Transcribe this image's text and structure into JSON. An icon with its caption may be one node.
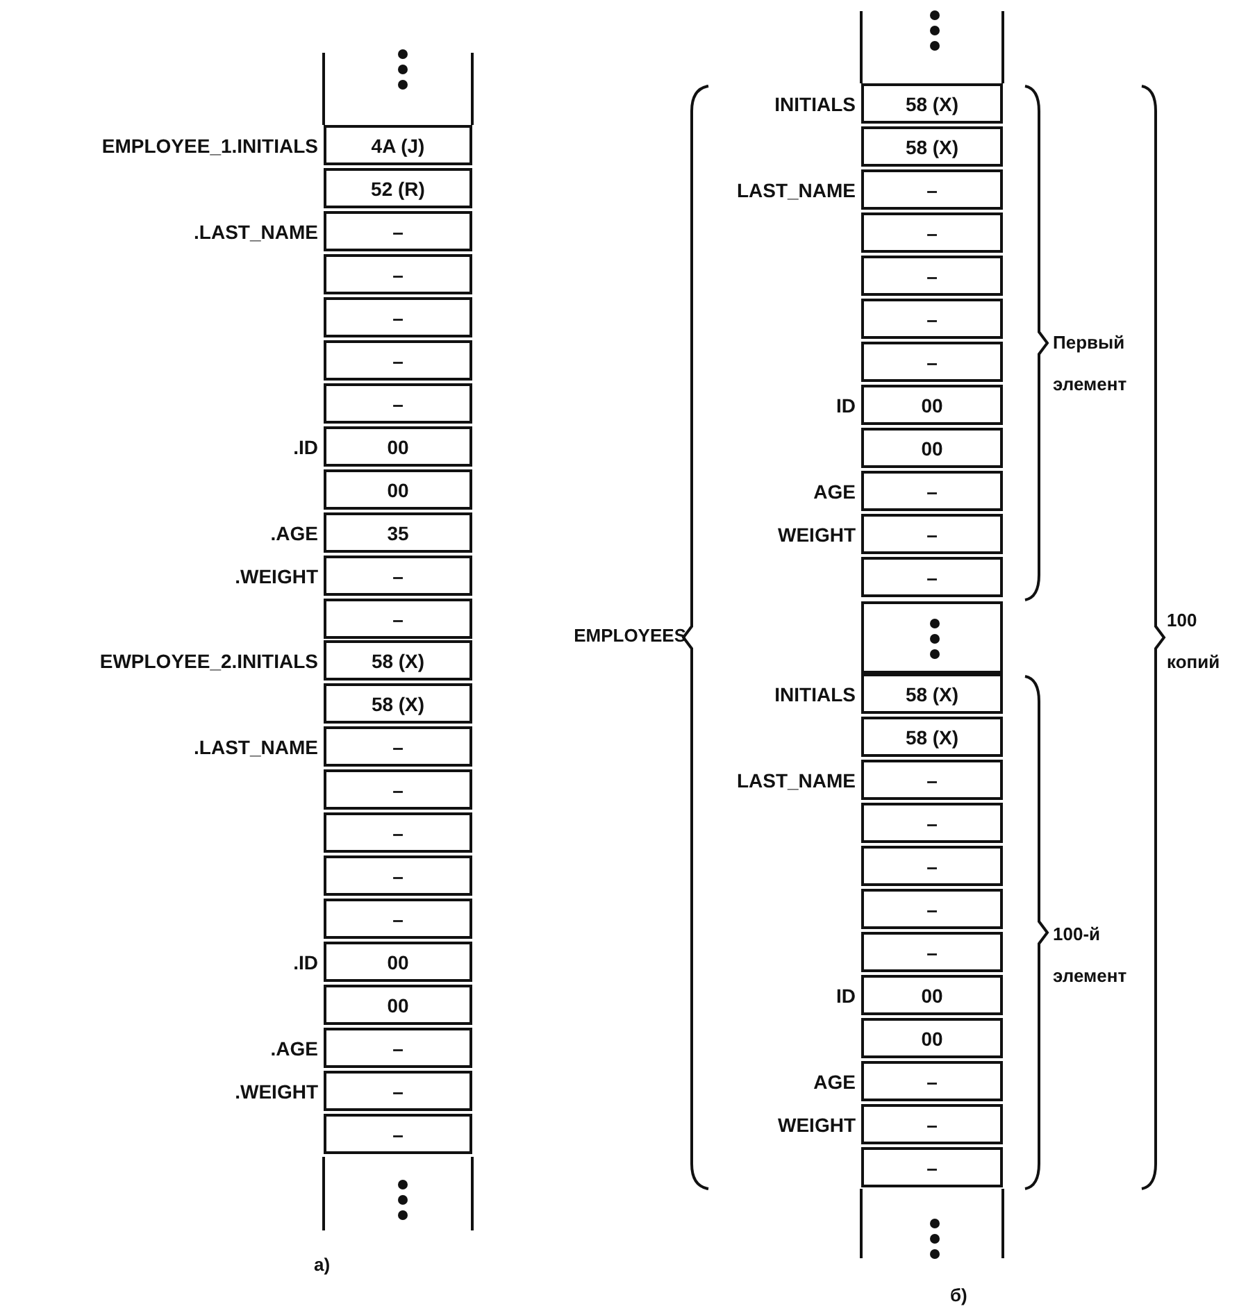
{
  "diagram": {
    "nodes": [
      {
        "text": [
          "4A (J)"
        ],
        "beside": [
          "EMPLOYEE_1.INITIALS"
        ]
      },
      {
        "text": [
          "52 (R)"
        ]
      },
      {
        "text": [
          "–"
        ],
        "beside": [
          ".LAST_NAME"
        ]
      },
      {
        "text": [
          "–"
        ]
      },
      {
        "text": [
          "–"
        ]
      },
      {
        "text": [
          "–"
        ]
      },
      {
        "text": [
          "–"
        ]
      },
      {
        "text": [
          "00"
        ],
        "beside": [
          ".ID"
        ]
      },
      {
        "text": [
          "00"
        ]
      },
      {
        "text": [
          "35"
        ],
        "beside": [
          ".AGE"
        ]
      },
      {
        "text": [
          "–"
        ],
        "beside": [
          ".WEIGHT"
        ]
      },
      {
        "text": [
          "–"
        ]
      },
      {
        "text": [
          "58 (X)"
        ],
        "beside": [
          "EWPLOYEE_2.INITIALS"
        ]
      },
      {
        "text": [
          "58 (X)"
        ]
      },
      {
        "text": [
          "–"
        ],
        "beside": [
          ".LAST_NAME"
        ]
      },
      {
        "text": [
          "–"
        ]
      },
      {
        "text": [
          "–"
        ]
      },
      {
        "text": [
          "–"
        ]
      },
      {
        "text": [
          "–"
        ]
      },
      {
        "text": [
          "00"
        ],
        "beside": [
          ".ID"
        ]
      },
      {
        "text": [
          "00"
        ]
      },
      {
        "text": [
          "–"
        ],
        "beside": [
          ".AGE"
        ]
      },
      {
        "text": [
          "–"
        ],
        "beside": [
          ".WEIGHT"
        ]
      },
      {
        "text": [
          "–"
        ]
      },
      {
        "text": [
          "58 (X)"
        ],
        "beside": [
          "INITIALS"
        ]
      },
      {
        "text": [
          "58 (X)"
        ]
      },
      {
        "text": [
          "–"
        ],
        "beside": [
          "LAST_NAME"
        ]
      },
      {
        "text": [
          "–"
        ]
      },
      {
        "text": [
          "–"
        ]
      },
      {
        "text": [
          "–"
        ]
      },
      {
        "text": [
          "–"
        ]
      },
      {
        "text": [
          "00"
        ],
        "beside": [
          "ID"
        ]
      },
      {
        "text": [
          "00"
        ]
      },
      {
        "text": [
          "–"
        ],
        "beside": [
          "AGE"
        ]
      },
      {
        "text": [
          "–"
        ],
        "beside": [
          "WEIGHT"
        ]
      },
      {
        "text": [
          "–"
        ]
      },
      {
        "text": [
          "58 (X)"
        ],
        "beside": [
          "INITIALS"
        ]
      },
      {
        "text": [
          "58 (X)"
        ]
      },
      {
        "text": [
          "–"
        ],
        "beside": [
          "LAST_NAME"
        ]
      },
      {
        "text": [
          "–"
        ]
      },
      {
        "text": [
          "–"
        ]
      },
      {
        "text": [
          "–"
        ]
      },
      {
        "text": [
          "–"
        ]
      },
      {
        "text": [
          "00"
        ],
        "beside": [
          "ID"
        ]
      },
      {
        "text": [
          "00"
        ]
      },
      {
        "text": [
          "–"
        ],
        "beside": [
          "AGE"
        ]
      },
      {
        "text": [
          "–"
        ],
        "beside": [
          "WEIGHT"
        ]
      },
      {
        "text": [
          "–"
        ]
      }
    ],
    "labels": [
      "Первый элемент",
      "EMPLOYEES",
      "100 копий",
      "100-й элемент",
      "а)",
      "б)"
    ]
  }
}
